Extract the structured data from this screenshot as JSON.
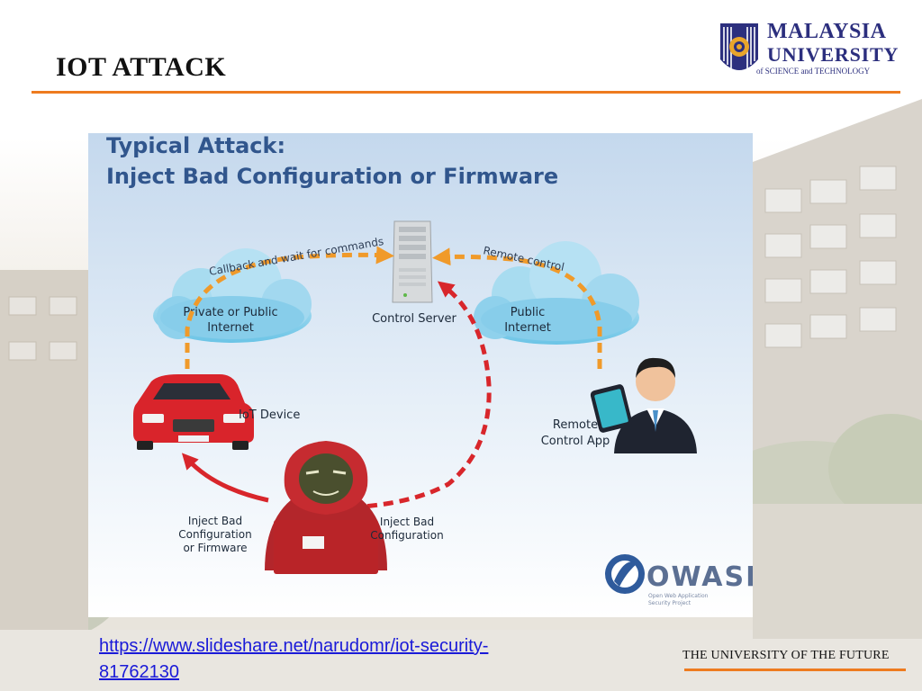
{
  "slide": {
    "title": "IOT ATTACK",
    "logo": {
      "line1": "MALAYSIA",
      "line2": "UNIVERSITY",
      "line3": "of SCIENCE and TECHNOLOGY"
    },
    "source_link": "https://www.slideshare.net/narudomr/iot-security-81762130",
    "footer": "THE UNIVERSITY OF THE FUTURE"
  },
  "diagram": {
    "heading_line1": "Typical Attack:",
    "heading_line2": "Inject Bad Configuration or Firmware",
    "left_cloud_line1": "Private or Public",
    "left_cloud_line2": "Internet",
    "right_cloud_line1": "Public",
    "right_cloud_line2": "Internet",
    "server_label": "Control Server",
    "callback_label": "Callback and wait for commands",
    "remote_label": "Remote control",
    "device_label": "IoT Device",
    "app_label_line1": "Remote",
    "app_label_line2": "Control App",
    "inject_left_line1": "Inject Bad",
    "inject_left_line2": "Configuration",
    "inject_left_line3": "or Firmware",
    "inject_right_line1": "Inject Bad",
    "inject_right_line2": "Configuration",
    "badge_text": "OWASP",
    "badge_sub_line1": "Open Web Application",
    "badge_sub_line2": "Security Project"
  },
  "colors": {
    "accent_orange": "#ee7b1f",
    "brand_navy": "#2c2f7e",
    "link_blue": "#1a1ad8",
    "attack_red": "#d8262b",
    "flow_orange": "#f09a2a"
  }
}
